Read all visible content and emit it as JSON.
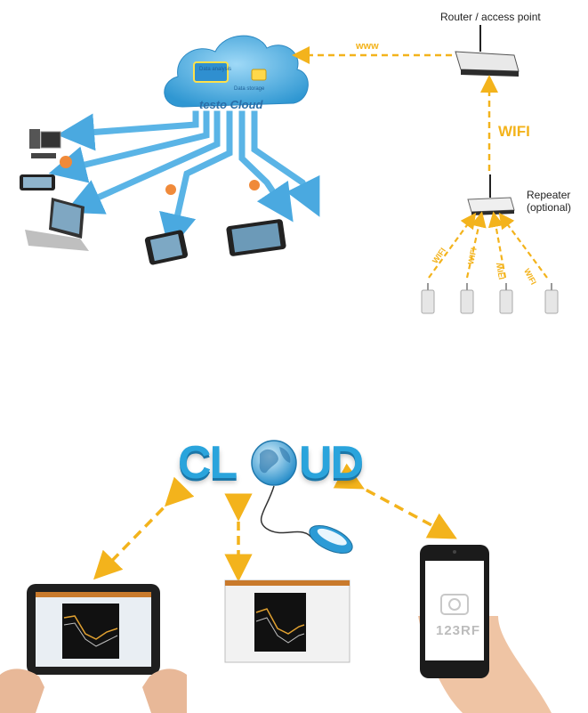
{
  "top": {
    "router_label": "Router / access point",
    "www_label": "www",
    "wifi_uplink_label": "WIFI",
    "repeater_label_line1": "Repeater",
    "repeater_label_line2": "(optional)",
    "cloud_name": "testo Cloud",
    "cloud_box1": "Data analysis",
    "cloud_box2": "Data storage",
    "sensor_wifi_labels": [
      "WIFI",
      "WIFI",
      "WIFI",
      "WIFI"
    ]
  },
  "bottom": {
    "cloud_word_left": "CL",
    "cloud_word_right": "UD",
    "phone_watermark": "123RF"
  },
  "colors": {
    "arrow_blue": "#5ab4e6",
    "wifi_yellow": "#f3b31c",
    "cloud_blue": "#3ea6dd"
  }
}
